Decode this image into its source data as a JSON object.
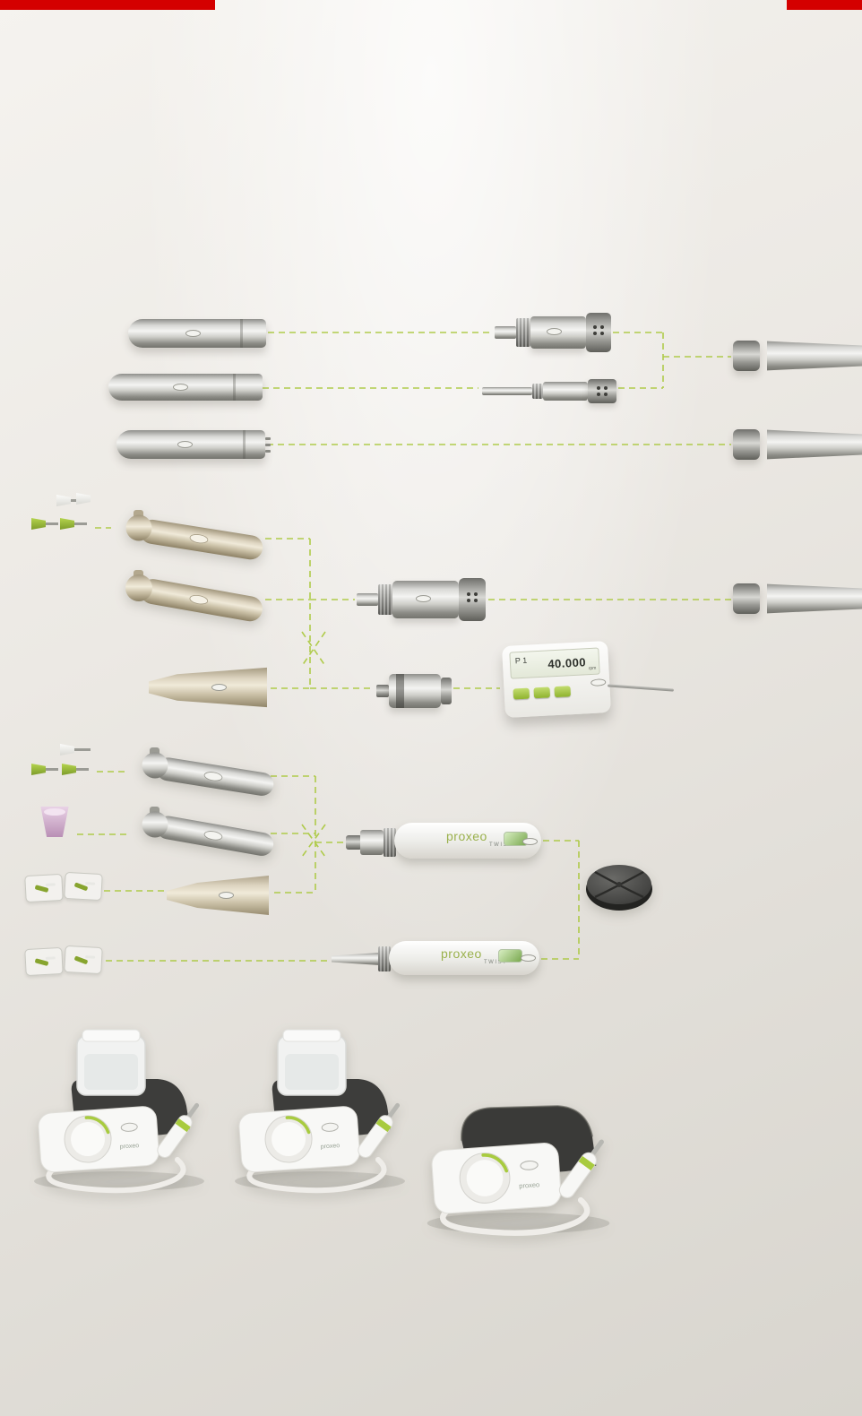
{
  "page": {
    "background_top": "#f5f3ef",
    "background_bottom": "#d8d5ce",
    "header_bar_color": "#d40000",
    "connector_color": "#a9c83a",
    "accent_green": "#a8cb3f"
  },
  "console": {
    "program_label": "P 1",
    "speed_value": "40.000",
    "speed_unit": "rpm"
  },
  "handpieces": {
    "twist_brand": "proxeo",
    "twist_series": "TWIST"
  },
  "scaler": {
    "brand": "proxeo"
  },
  "icons": {
    "wh_logo_badge": "oval-badge",
    "foot_control": "grooved-disc",
    "connection_face": "four-dot-face",
    "connector_line": "dashed-green"
  }
}
